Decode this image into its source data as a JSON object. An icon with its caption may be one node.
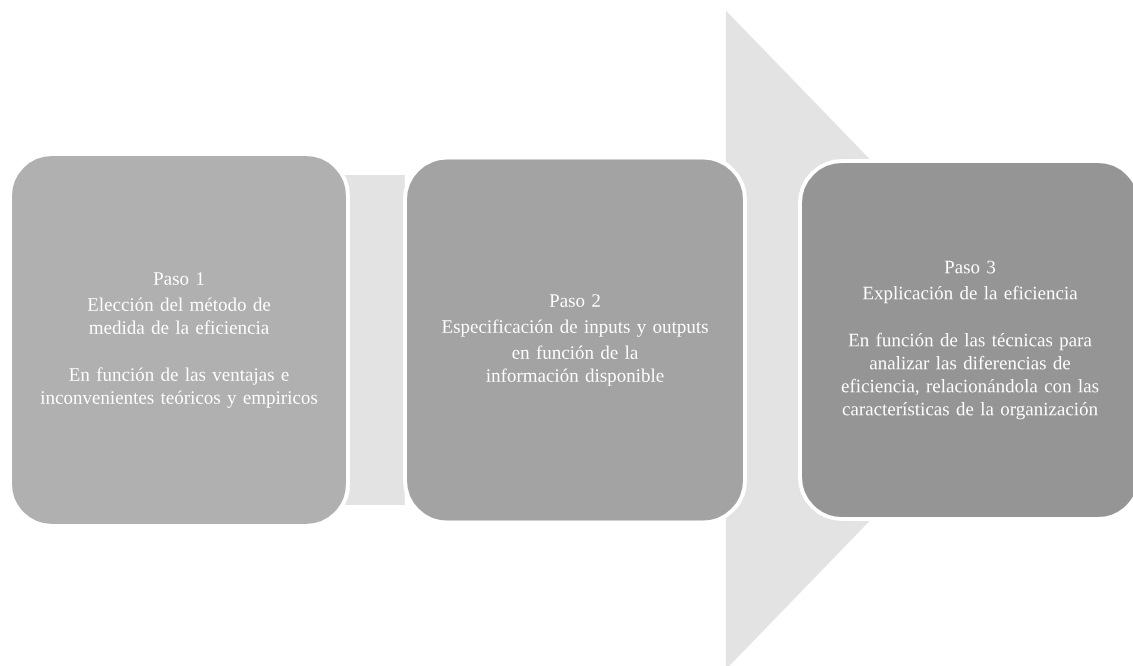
{
  "diagram": {
    "nodes": [
      {
        "text": [
          "Paso 1",
          "Elección del método de medida de la eficiencia",
          "En función de las ventajas e inconvenientes teóricos y empiricos"
        ]
      },
      {
        "text": [
          "Paso 2",
          "Especificación de inputs y outputs",
          "en función de la información disponible"
        ]
      },
      {
        "text": [
          "Paso 3",
          "Explicación de la eficiencia",
          "En función de las técnicas para analizar las diferencias de eficiencia, relacionándola con las características de la organización"
        ]
      }
    ],
    "edges": [
      {
        "from": 0,
        "to": 1,
        "arrow": "none"
      },
      {
        "from": 1,
        "to": 2,
        "arrow": "to"
      }
    ]
  }
}
